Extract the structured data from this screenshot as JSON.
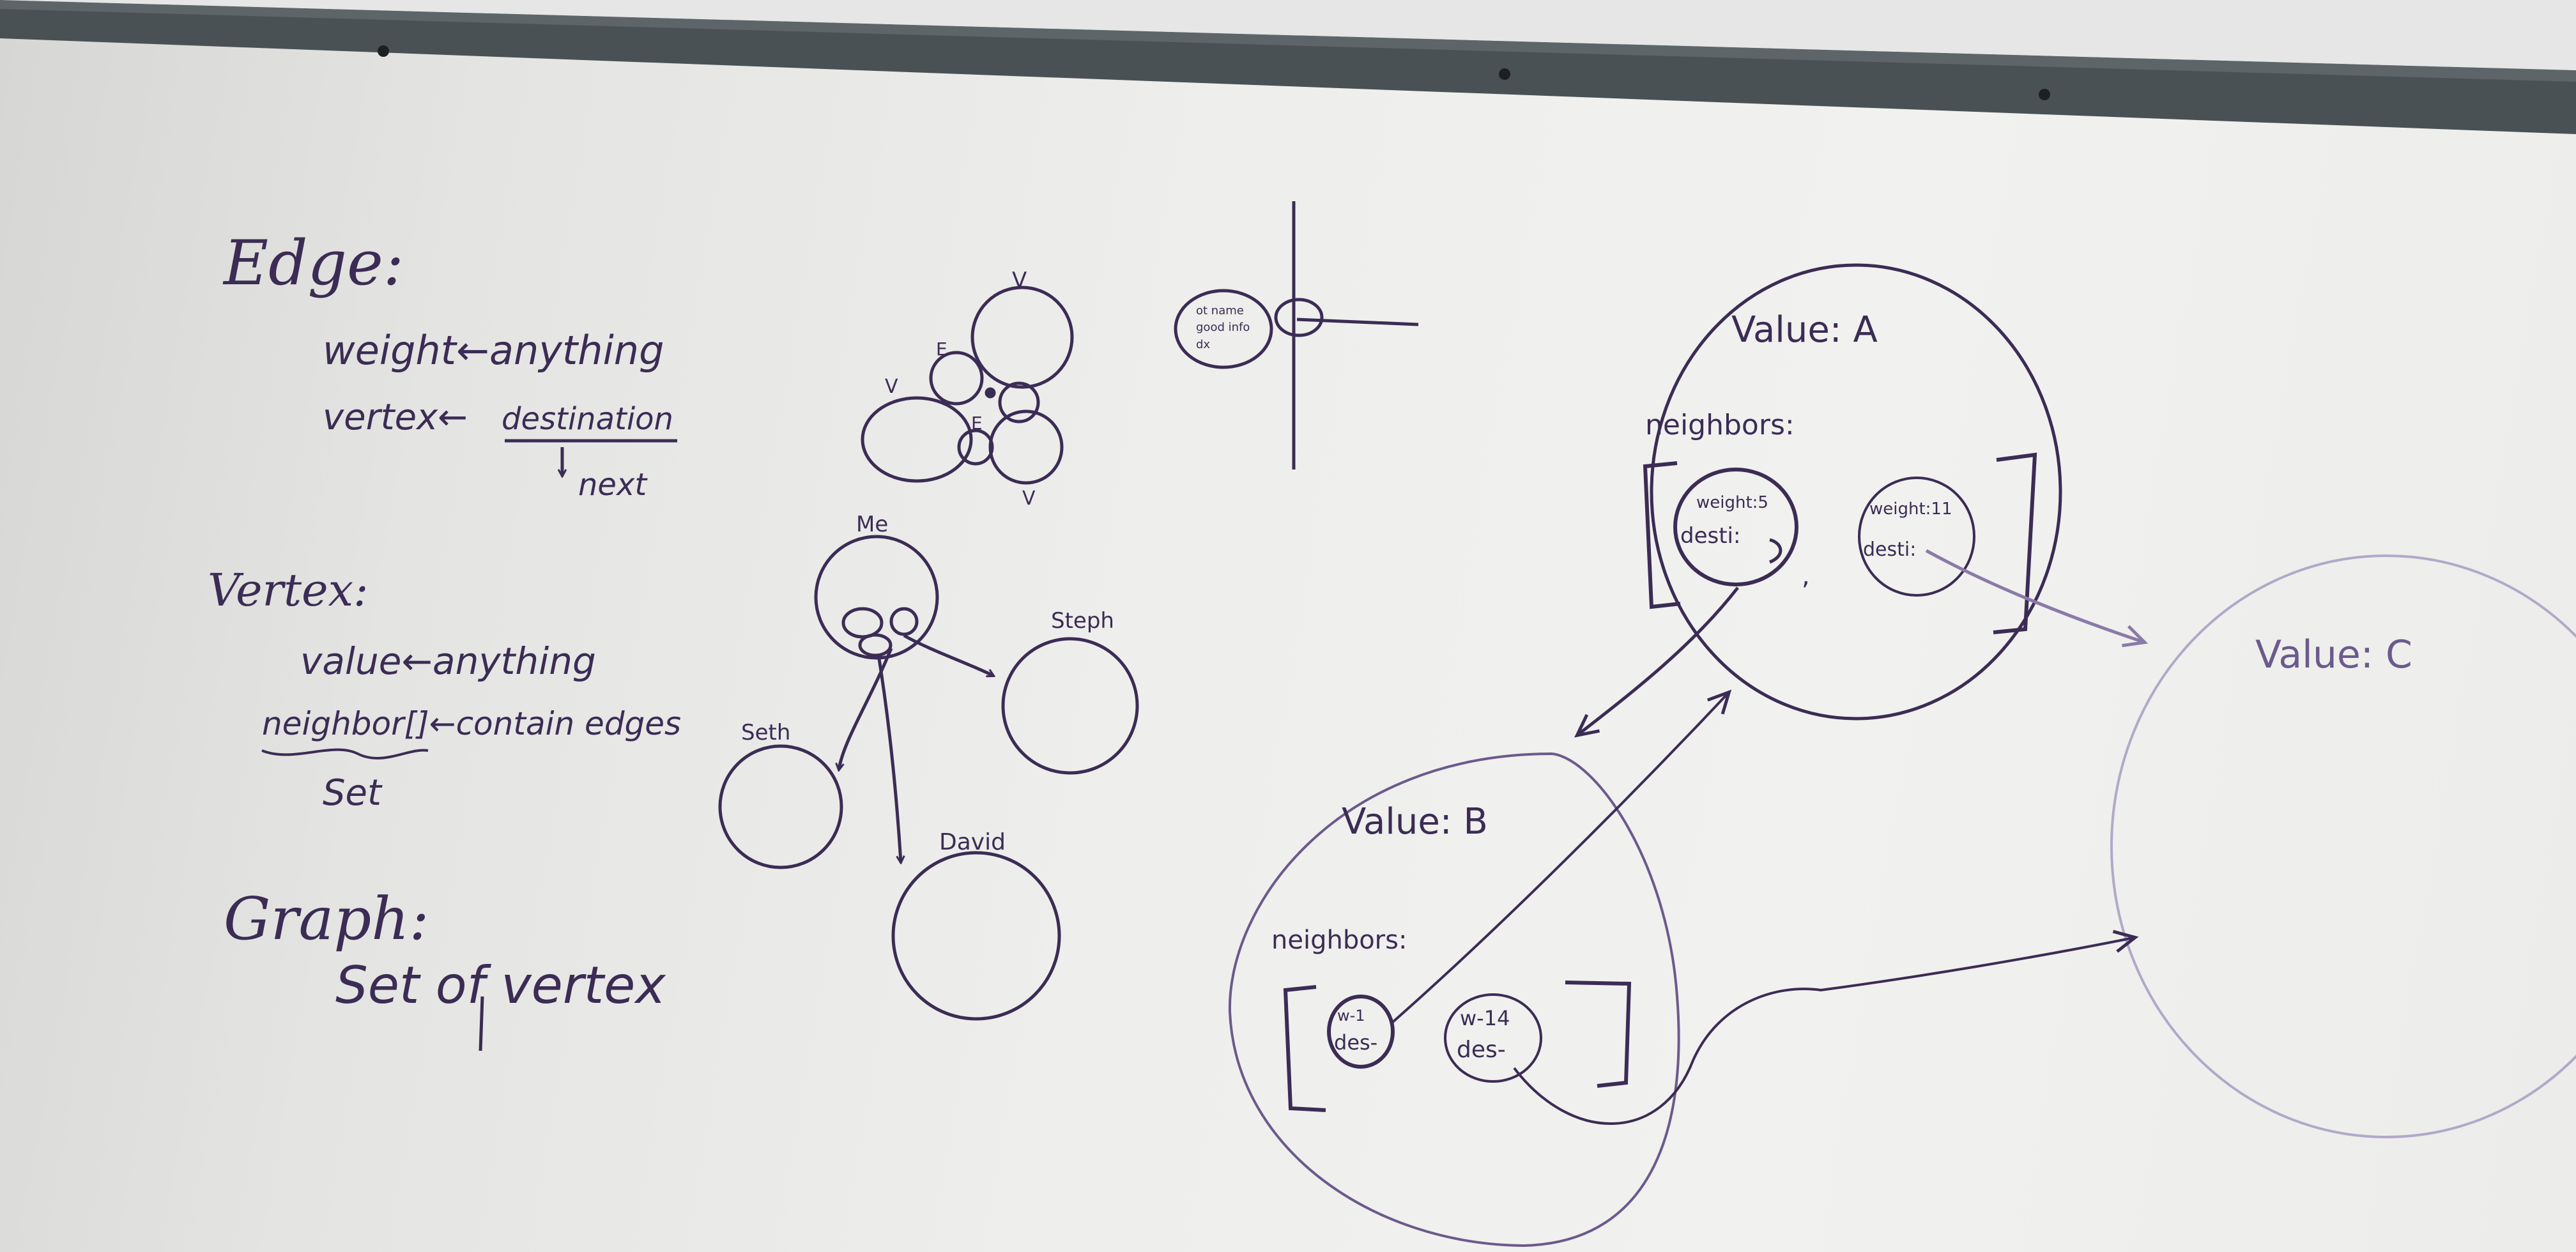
{
  "edge_notes": {
    "heading": "Edge:",
    "weight_line": "weight←anything",
    "vertex_line": "vertex←",
    "destination": "destination",
    "next": "next"
  },
  "vertex_notes": {
    "heading": "Vertex:",
    "value_line": "value←anything",
    "neighbor_line": "neighbor[]←contain edges",
    "set": "Set"
  },
  "graph_notes": {
    "heading": "Graph:",
    "body": "Set of vertex"
  },
  "small_graph": {
    "v_labels": [
      "V",
      "V",
      "V"
    ],
    "e_labels": [
      "E",
      "E"
    ]
  },
  "cross_node_text": [
    "ot name",
    "good info",
    "dx"
  ],
  "people_graph": {
    "me": "Me",
    "steph": "Steph",
    "seth": "Seth",
    "david": "David"
  },
  "node_a": {
    "value": "Value: A",
    "neighbors": "neighbors:",
    "edge1_weight": "weight:5",
    "edge1_dest": "desti:",
    "comma": ",",
    "edge2_weight": "weight:11",
    "edge2_dest": "desti:"
  },
  "node_b": {
    "value": "Value: B",
    "neighbors": "neighbors:",
    "edge1_weight": "w-1",
    "edge1_dest": "des-",
    "edge2_weight": "w-14",
    "edge2_dest": "des-"
  },
  "node_c": {
    "value": "Value: C"
  },
  "colors": {
    "marker": "#3b2c55",
    "faint_marker": "#8a7aa8",
    "rail": "#4a5154"
  }
}
